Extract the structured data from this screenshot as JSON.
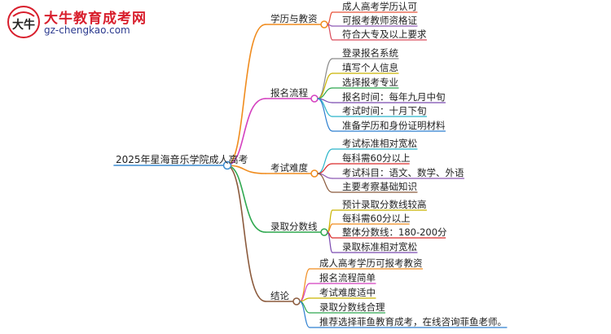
{
  "logo": {
    "mark_text": "大牛",
    "title": "大牛教育成考网",
    "url": "gz-chengkao.com"
  },
  "root": {
    "label": "2025年星海音乐学院成人高考",
    "color": "#3b8bd0"
  },
  "branches": [
    {
      "label": "学历与教资",
      "color": "#f08c1e",
      "children": [
        {
          "label": "成人高考学历认可",
          "color": "#e8533a"
        },
        {
          "label": "可报考教师资格证",
          "color": "#8e5ab5"
        },
        {
          "label": "符合大专及以上要求",
          "color": "#d94a5a"
        }
      ]
    },
    {
      "label": "报名流程",
      "color": "#d43fbf",
      "children": [
        {
          "label": "登录报名系统",
          "color": "#8a8a8a"
        },
        {
          "label": "填写个人信息",
          "color": "#c9b300"
        },
        {
          "label": "选择报考专业",
          "color": "#2fa84f"
        },
        {
          "label": "报名时间：每年九月中旬",
          "color": "#7b4ab0"
        },
        {
          "label": "考试时间：十月下旬",
          "color": "#2bb5c9"
        },
        {
          "label": "准备学历和身份证明材料",
          "color": "#2d7fd0"
        }
      ]
    },
    {
      "label": "考试难度",
      "color": "#f08c1e",
      "children": [
        {
          "label": "考试标准相对宽松",
          "color": "#2bb5c9"
        },
        {
          "label": "每科需60分以上",
          "color": "#d92a2a"
        },
        {
          "label": "考试科目：语文、数学、外语",
          "color": "#8e5ab5"
        },
        {
          "label": "主要考察基础知识",
          "color": "#8b5a3c"
        }
      ]
    },
    {
      "label": "录取分数线",
      "color": "#2fa84f",
      "children": [
        {
          "label": "预计录取分数线较高",
          "color": "#c9b300"
        },
        {
          "label": "每科需60分以上",
          "color": "#f08c1e"
        },
        {
          "label": "整体分数线：180-200分",
          "color": "#d92a2a"
        },
        {
          "label": "录取标准相对宽松",
          "color": "#7b4ab0"
        }
      ]
    },
    {
      "label": "结论",
      "color": "#8b5a3c",
      "children": [
        {
          "label": "成人高考学历可报考教资",
          "color": "#f08c1e"
        },
        {
          "label": "报名流程简单",
          "color": "#d43fbf"
        },
        {
          "label": "考试难度适中",
          "color": "#c9b300"
        },
        {
          "label": "录取分数线合理",
          "color": "#2fa84f"
        },
        {
          "label": "推荐选择菲鱼教育成考，在线咨询菲鱼老师。",
          "color": "#2d7fd0"
        }
      ]
    }
  ]
}
